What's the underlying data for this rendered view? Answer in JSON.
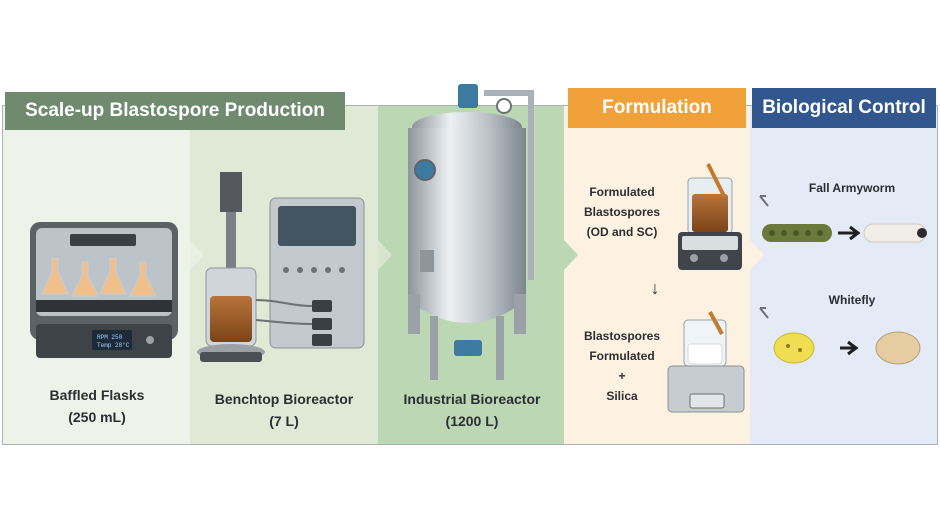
{
  "sections": {
    "scaleup": {
      "title": "Scale-up Blastospore Production"
    },
    "formulation": {
      "title": "Formulation"
    },
    "biocontrol": {
      "title": "Biological Control"
    }
  },
  "equipment": [
    {
      "name": "Baffled Flasks",
      "volume": "(250 mL)"
    },
    {
      "name": "Benchtop Bioreactor",
      "volume": "(7 L)"
    },
    {
      "name": "Industrial Bioreactor",
      "volume": "(1200 L)"
    }
  ],
  "shaker_display": {
    "line1": "RPM 250",
    "line2": "Temp 28°C"
  },
  "formulation_steps": {
    "step1": [
      "Formulated",
      "Blastospores",
      "(OD and SC)"
    ],
    "arrow": "↓",
    "step2": [
      "Blastospores",
      "Formulated",
      "+",
      "Silica"
    ]
  },
  "pests": [
    {
      "name": "Fall Armyworm"
    },
    {
      "name": "Whitefly"
    }
  ],
  "colors": {
    "scaleup_header": "#6f8a6f",
    "formulation_header": "#f0a13a",
    "biocontrol_header": "#31578e",
    "panel1_bg": "#eef3e9",
    "panel2_bg": "#dfe9d6",
    "panel3_bg": "#bcd7b4",
    "formulation_bg": "#fdf1e2",
    "biocontrol_bg": "#e4eaf6"
  }
}
